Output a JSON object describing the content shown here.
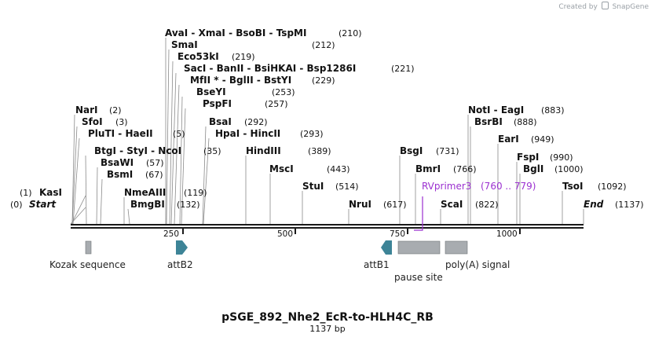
{
  "credit": {
    "prefix": "Created by",
    "brand": "SnapGene"
  },
  "plasmid": {
    "name": "pSGE_892_Nhe2_EcR-to-HLH4C_RB",
    "length_label": "1137 bp"
  },
  "colors": {
    "feature_blue": "#3d8497",
    "feature_gray": "#a8acb0",
    "primer": "#9b30d0",
    "backbone": "#1a1a1a"
  },
  "scale": {
    "ticks": [
      "250",
      "500",
      "750",
      "1000"
    ]
  },
  "sites": [
    {
      "name": "AvaI  -  XmaI  -  BsoBI  -  TspMI",
      "pos": "(210)"
    },
    {
      "name": "SmaI",
      "pos": "(212)"
    },
    {
      "name": "Eco53kI",
      "pos": "(219)"
    },
    {
      "name": "SacI  -  BanII  -  BsiHKAI  -  Bsp1286I",
      "pos": "(221)"
    },
    {
      "name": "MfII * - BglII  -  BstYI",
      "pos": "(229)"
    },
    {
      "name": "BseYI",
      "pos": "(253)"
    },
    {
      "name": "PspFI",
      "pos": "(257)"
    },
    {
      "name": "BsaI",
      "pos": "(292)"
    },
    {
      "name": "HpaI  -  HincII",
      "pos": "(293)"
    },
    {
      "name": "NarI",
      "pos": "(2)"
    },
    {
      "name": "SfoI",
      "pos": "(3)"
    },
    {
      "name": "PluTI  -  HaeII",
      "pos": "(5)"
    },
    {
      "name": "BtgI  -  StyI  -  NcoI",
      "pos": "(35)"
    },
    {
      "name": "BsaWI",
      "pos": "(57)"
    },
    {
      "name": "BsmI",
      "pos": "(67)"
    },
    {
      "name": "NmeAIII",
      "pos": "(119)"
    },
    {
      "name": "BmgBI",
      "pos": "(132)"
    },
    {
      "name": "KasI",
      "pos": "(1)"
    },
    {
      "name": "Start",
      "pos": "(0)"
    },
    {
      "name": "HindIII",
      "pos": "(389)"
    },
    {
      "name": "MscI",
      "pos": "(443)"
    },
    {
      "name": "StuI",
      "pos": "(514)"
    },
    {
      "name": "NruI",
      "pos": "(617)"
    },
    {
      "name": "BsgI",
      "pos": "(731)"
    },
    {
      "name": "BmrI",
      "pos": "(766)"
    },
    {
      "name": "ScaI",
      "pos": "(822)"
    },
    {
      "name": "NotI  -  EagI",
      "pos": "(883)"
    },
    {
      "name": "BsrBI",
      "pos": "(888)"
    },
    {
      "name": "EarI",
      "pos": "(949)"
    },
    {
      "name": "FspI",
      "pos": "(990)"
    },
    {
      "name": "BglI",
      "pos": "(1000)"
    },
    {
      "name": "TsoI",
      "pos": "(1092)"
    },
    {
      "name": "End",
      "pos": "(1137)"
    }
  ],
  "primer": {
    "name": "RVprimer3",
    "range": "(760 .. 779)"
  },
  "features": [
    {
      "name": "Kozak sequence"
    },
    {
      "name": "attB2"
    },
    {
      "name": "attB1"
    },
    {
      "name": "pause site"
    },
    {
      "name": "poly(A) signal"
    }
  ]
}
